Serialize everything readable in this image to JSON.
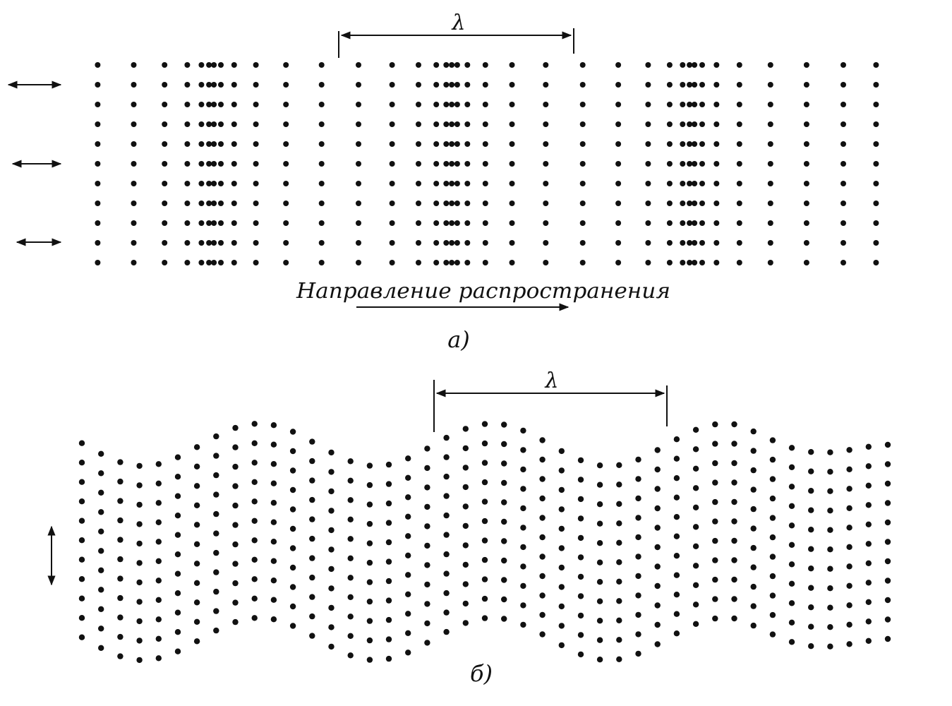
{
  "panel_a": {
    "wavelength_label": "λ",
    "direction_label": "Направление распространения",
    "caption": "а)"
  },
  "panel_b": {
    "wavelength_label": "λ",
    "caption": "б)"
  },
  "colors": {
    "ink": "#111111",
    "background": "#ffffff"
  }
}
